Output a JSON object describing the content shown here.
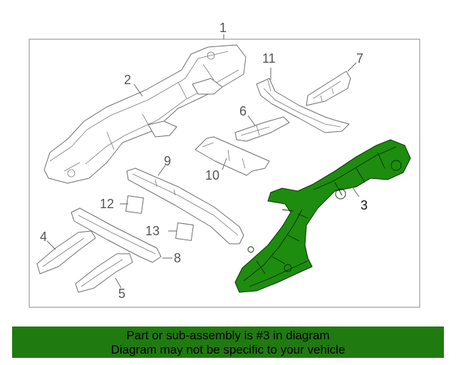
{
  "diagram": {
    "callouts": [
      "1",
      "2",
      "3",
      "4",
      "5",
      "6",
      "7",
      "8",
      "9",
      "10",
      "11",
      "12",
      "13"
    ],
    "highlighted_callout": "3",
    "highlight_color": "#1e8c0f"
  },
  "banner": {
    "line1": "Part or sub-assembly is #3 in diagram",
    "line2": "Diagram may not be specific to your vehicle",
    "color": "#1f7a10"
  }
}
